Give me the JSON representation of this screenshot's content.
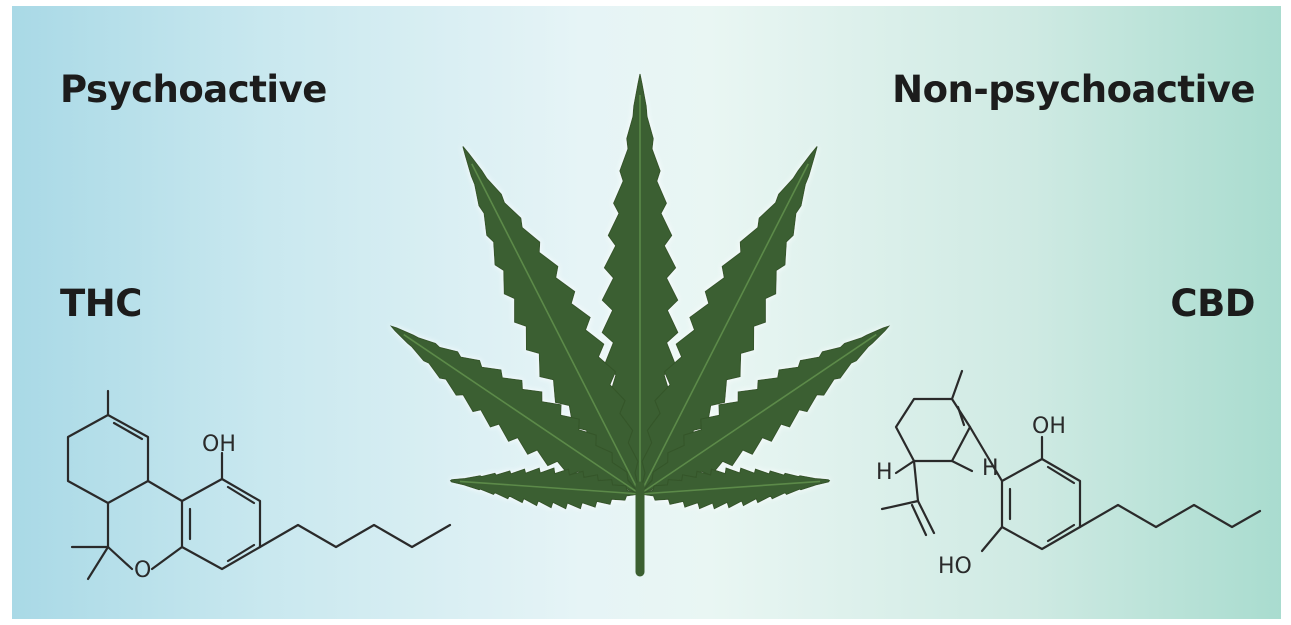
{
  "labels": {
    "left_property": "Psychoactive",
    "right_property": "Non-psychoactive",
    "left_compound": "THC",
    "right_compound": "CBD"
  },
  "thc_atoms": {
    "hydroxyl": "OH",
    "ring_oxygen": "O"
  },
  "cbd_atoms": {
    "hydroxyl_top": "OH",
    "hydroxyl_bottom": "HO",
    "hydrogen_left": "H",
    "hydrogen_right": "H"
  },
  "colors": {
    "gradient_left": "#a9d9e6",
    "gradient_center": "#e6f4f6",
    "gradient_right": "#a9dccf",
    "leaf": "#3b5f30",
    "leaf_highlight": "#4e7a3f",
    "text": "#1c1c1c"
  }
}
